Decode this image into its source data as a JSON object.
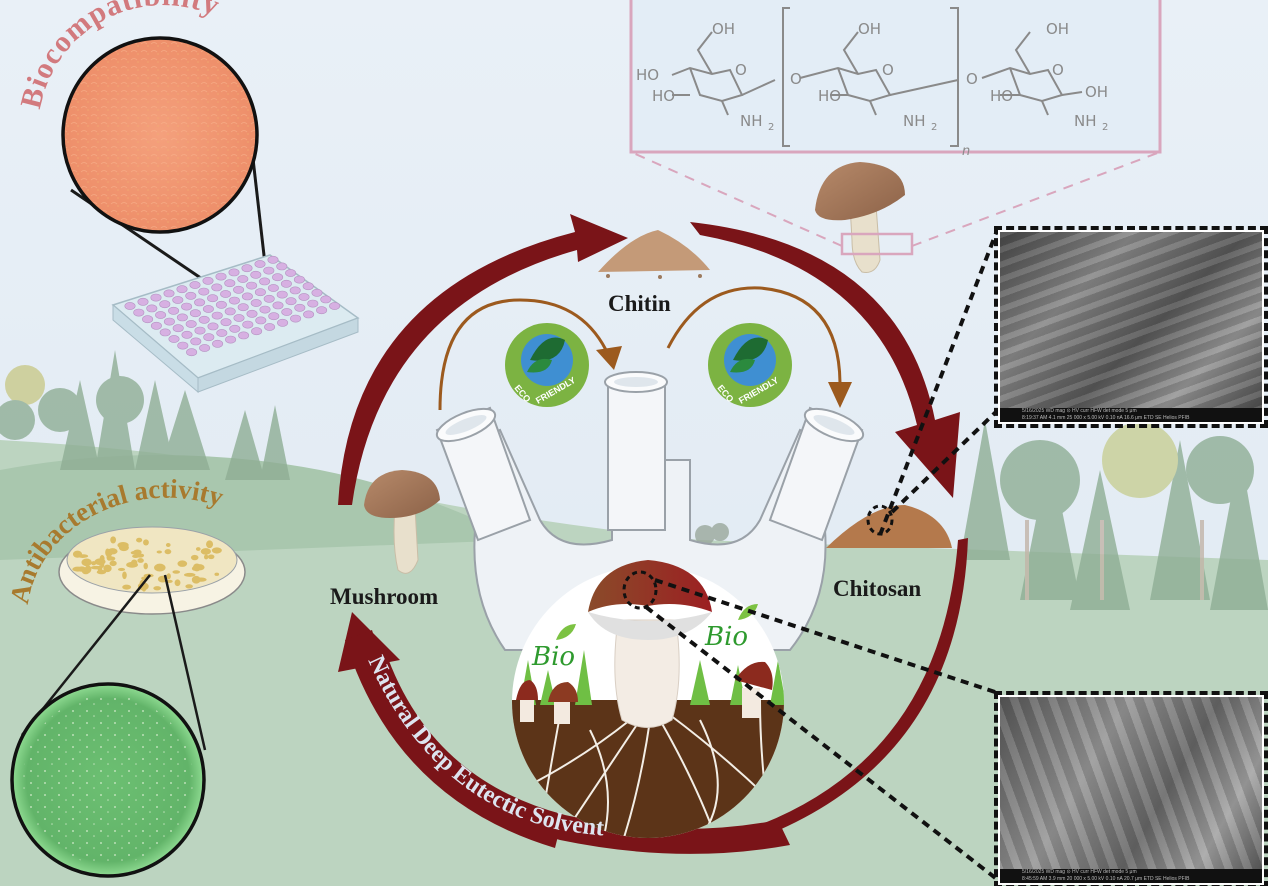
{
  "diagram": {
    "title_elements": {
      "biocompatibility": "Biocompatibility",
      "antibacterial": "Antibacterial activity",
      "solvent": "Natural Deep Eutectic Solvent"
    },
    "nodes": {
      "mushroom": "Mushroom",
      "chitin": "Chitin",
      "chitosan": "Chitosan"
    },
    "badges": {
      "eco_top": "ECO",
      "eco_bottom": "FRIENDLY",
      "bio": "Bio"
    },
    "chemical_structure": {
      "groups": {
        "oh": "OH",
        "ho": "HO",
        "nh2": "NH",
        "nh2_sub": "2",
        "o": "O",
        "repeat": "n"
      }
    },
    "sem_images": [
      {
        "info_line1": "5/16/2025  WD     mag  ⊙  HV        curr     HFW     det  mode                  5 μm",
        "info_line2": "8:19:37 AM  4.1 mm  25 000 x  5.00 kV  0.10 nA  16.6 μm  ETD  SE                Helios PFIB"
      },
      {
        "info_line1": "5/16/2025  WD     mag  ⊙  HV        curr     HFW     det  mode                  5 μm",
        "info_line2": "8:45:59 AM  3.9 mm  20 000 x  5.00 kV  0.10 nA  20.7 μm  ETD  SE                Helios PFIB"
      }
    ],
    "colors": {
      "arrow_maroon": "#7a1418",
      "arrow_brown": "#9c5a1e",
      "bio_text": "#2e9a2e",
      "biocompat_text": "#d27a7e",
      "antibacterial_text": "#a87a2e",
      "solvent_text": "#dde4ef",
      "sky": "#e6eef5",
      "ground": "#bcd4c0",
      "chem_border": "#d9a6bd"
    }
  }
}
